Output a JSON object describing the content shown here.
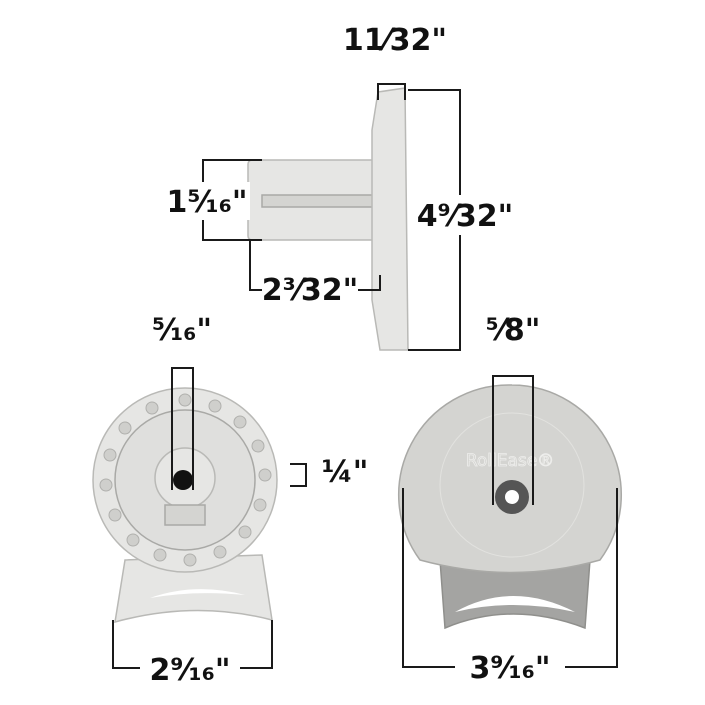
{
  "dimensions": {
    "flange_thickness": "11⁄32\"",
    "flange_height": "4⁹⁄32\"",
    "tube_diameter": "1⁵⁄₁₆\"",
    "tube_length": "2³⁄32\"",
    "bore_left": "⁵⁄₁₆\"",
    "tooth_spacing": "¼\"",
    "tab_width_left": "2⁹⁄₁₆\"",
    "bore_right": "⁵⁄8\"",
    "width_right": "3⁹⁄₁₆\""
  },
  "logo": "RollEase®"
}
